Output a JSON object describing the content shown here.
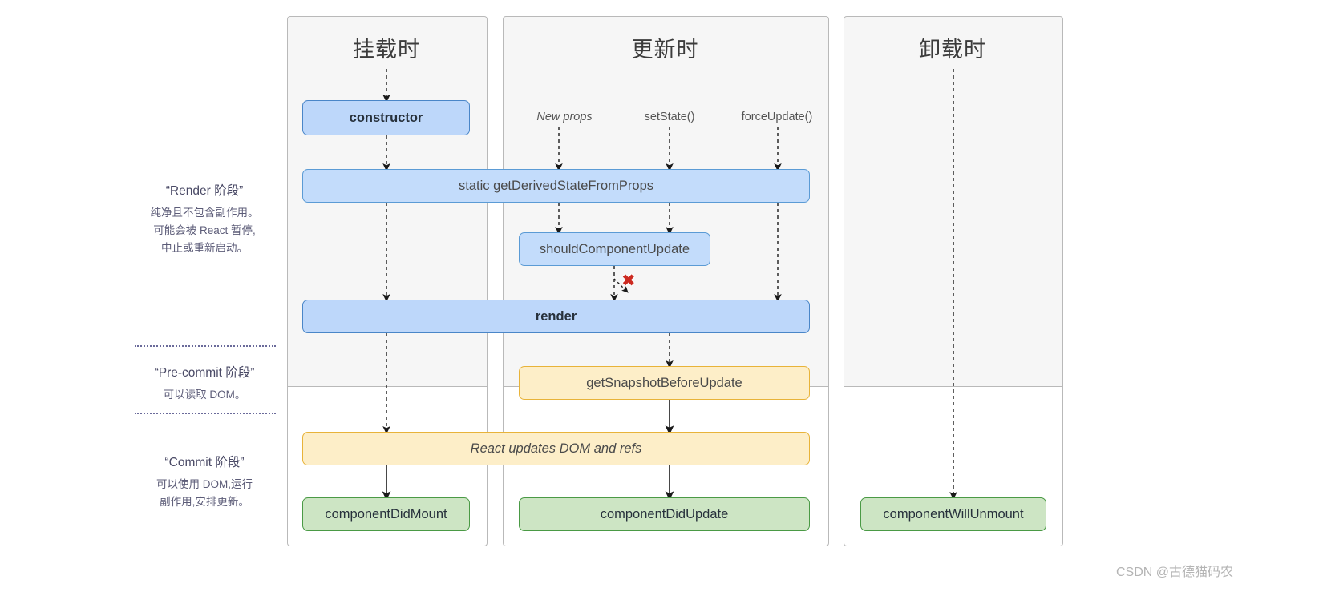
{
  "columns": [
    {
      "id": "mount",
      "title": "挂载时"
    },
    {
      "id": "update",
      "title": "更新时"
    },
    {
      "id": "unmount",
      "title": "卸载时"
    }
  ],
  "phases": [
    {
      "id": "render",
      "title": "“Render 阶段”",
      "lines": [
        "纯净且不包含副作用。",
        "可能会被 React 暂停,",
        "中止或重新启动。"
      ]
    },
    {
      "id": "pre-commit",
      "title": "“Pre-commit 阶段”",
      "lines": [
        "可以读取 DOM。"
      ]
    },
    {
      "id": "commit",
      "title": "“Commit 阶段”",
      "lines": [
        "可以使用 DOM,运行",
        "副作用,安排更新。"
      ]
    }
  ],
  "triggers": [
    {
      "id": "new-props",
      "label": "New props",
      "italic": true
    },
    {
      "id": "set-state",
      "label": "setState()",
      "italic": false
    },
    {
      "id": "force-update",
      "label": "forceUpdate()",
      "italic": false
    }
  ],
  "nodes": {
    "constructor": "constructor",
    "get_derived_state_from_props": "static getDerivedStateFromProps",
    "should_component_update": "shouldComponentUpdate",
    "render": "render",
    "get_snapshot_before_update": "getSnapshotBeforeUpdate",
    "react_updates_dom_and_refs": "React updates DOM and refs",
    "component_did_mount": "componentDidMount",
    "component_did_update": "componentDidUpdate",
    "component_will_unmount": "componentWillUnmount"
  },
  "markers": {
    "blocked": "✖"
  },
  "watermark": "CSDN @古德猫码农",
  "colors": {
    "blue_fill": "#c3dcfb",
    "blue_stroke": "#5b9bd5",
    "yellow_fill": "#fdeec8",
    "yellow_stroke": "#e8b339",
    "green_fill": "#cde5c4",
    "green_stroke": "#4a9a45",
    "panel_fill": "#f6f6f6",
    "panel_stroke": "#b9b9b9",
    "blocked_red": "#cc2a21",
    "phase_text": "#5c5c78"
  }
}
